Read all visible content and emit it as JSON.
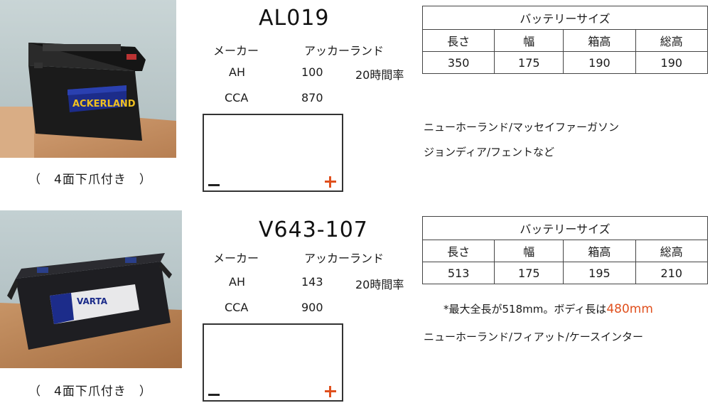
{
  "batteries": [
    {
      "model": "AL019",
      "claw_note": "（　4面下爪付き　）",
      "maker_label": "メーカー",
      "maker_value": "アッカーランド",
      "ah_label": "AH",
      "ah_value": "100",
      "ah_rate": "20時間率",
      "cca_label": "CCA",
      "cca_value": "870",
      "terminal_minus": "−",
      "terminal_plus": "+",
      "brand_text": "ACKERLAND",
      "size_title": "バッテリーサイズ",
      "size_headers": [
        "長さ",
        "幅",
        "箱高",
        "総高"
      ],
      "size_values": [
        "350",
        "175",
        "190",
        "190"
      ],
      "note_prefix": "",
      "note_red": "",
      "applications": [
        "ニューホーランド/マッセイファーガソン",
        "ジョンディア/フェントなど"
      ]
    },
    {
      "model": "V643-107",
      "claw_note": "（　4面下爪付き　）",
      "maker_label": "メーカー",
      "maker_value": "アッカーランド",
      "ah_label": "AH",
      "ah_value": "143",
      "ah_rate": "20時間率",
      "cca_label": "CCA",
      "cca_value": "900",
      "terminal_minus": "−",
      "terminal_plus": "+",
      "brand_text": "VARTA",
      "size_title": "バッテリーサイズ",
      "size_headers": [
        "長さ",
        "幅",
        "箱高",
        "総高"
      ],
      "size_values": [
        "513",
        "175",
        "195",
        "210"
      ],
      "note_prefix": "*最大全長が518mm。ボディ長は",
      "note_red": "480mm",
      "applications": [
        "ニューホーランド/フィアット/ケースインター"
      ]
    }
  ]
}
